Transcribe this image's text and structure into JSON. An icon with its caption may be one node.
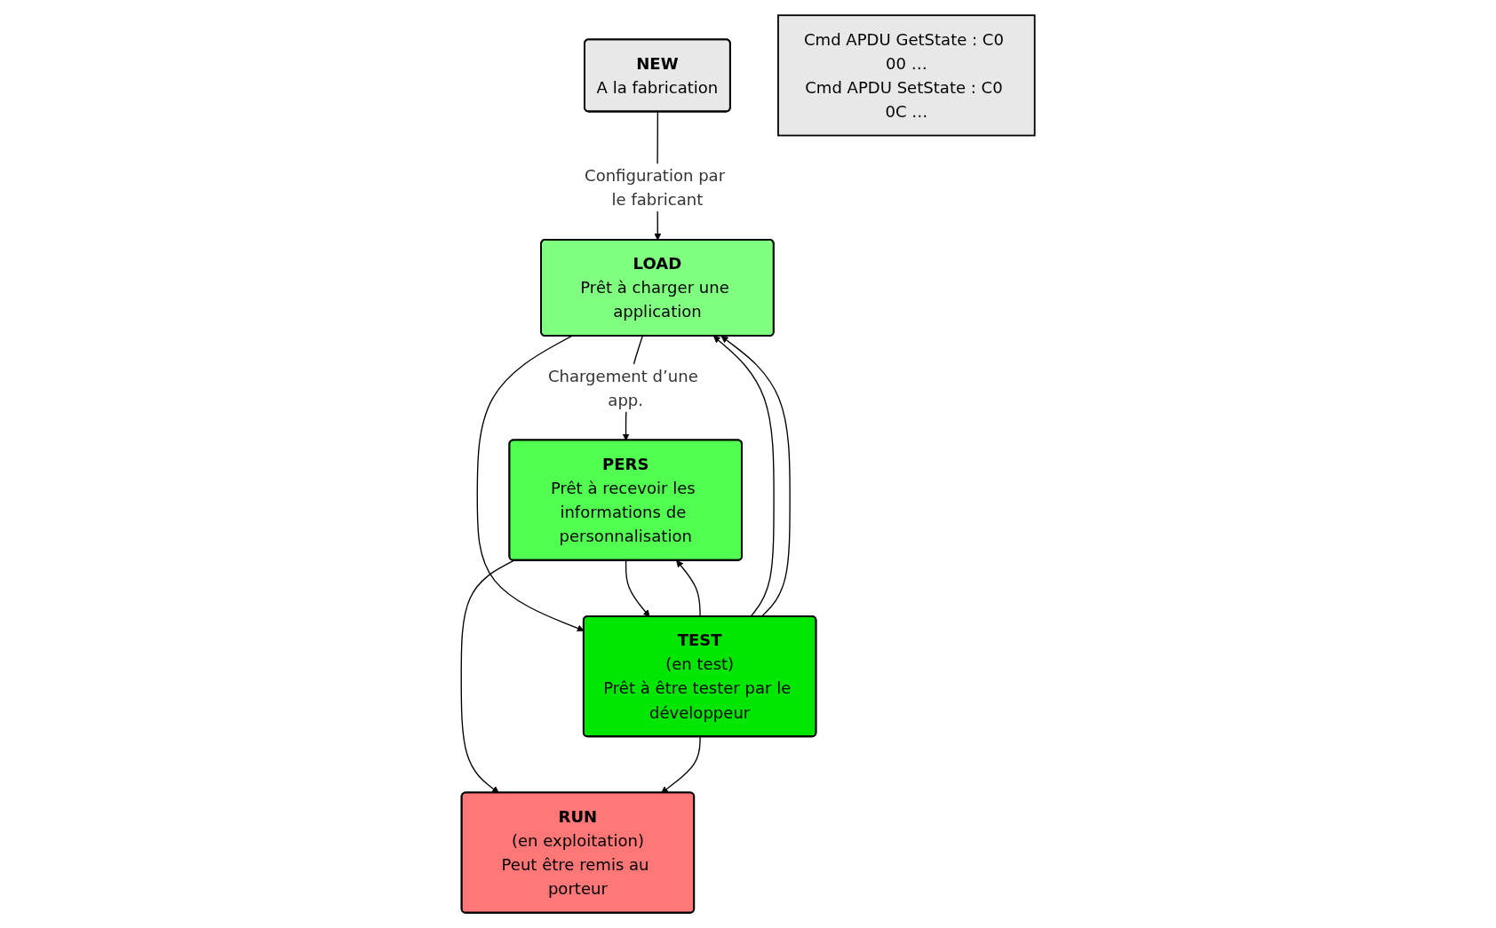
{
  "diagram": {
    "nodes": [
      {
        "text": [
          "NEW",
          "A la fabrication"
        ]
      },
      {
        "text": [
          "LOAD",
          "Prêt à charger une application"
        ]
      },
      {
        "text": [
          "Cmd APDU GetState : C0 00 …",
          "Cmd APDU SetState : C0 0C …"
        ]
      },
      {
        "text": [
          "PERS",
          "Prêt à recevoir les informations de personnalisation"
        ]
      },
      {
        "text": [
          "RUN",
          "(en exploitation)",
          "Peut être remis au porteur"
        ]
      },
      {
        "text": [
          "TEST",
          "(en test)",
          "Prêt à être tester par le développeur"
        ]
      }
    ],
    "edges": [
      {
        "from": 0,
        "to": 1,
        "arrow": "to",
        "label": "Configuration par le fabricant"
      },
      {
        "from": 1,
        "to": 3,
        "arrow": "to",
        "label": "Chargement d’une app."
      },
      {
        "from": 1,
        "to": 5,
        "arrow": "to"
      },
      {
        "from": 3,
        "to": 5,
        "arrow": "to"
      },
      {
        "from": 3,
        "to": 4,
        "arrow": "to"
      },
      {
        "from": 5,
        "to": 4,
        "arrow": "to"
      },
      {
        "from": 5,
        "to": 3,
        "arrow": "to"
      },
      {
        "from": 5,
        "to": 1,
        "arrow": "to"
      },
      {
        "from": 5,
        "to": 1,
        "arrow": "to"
      }
    ]
  }
}
